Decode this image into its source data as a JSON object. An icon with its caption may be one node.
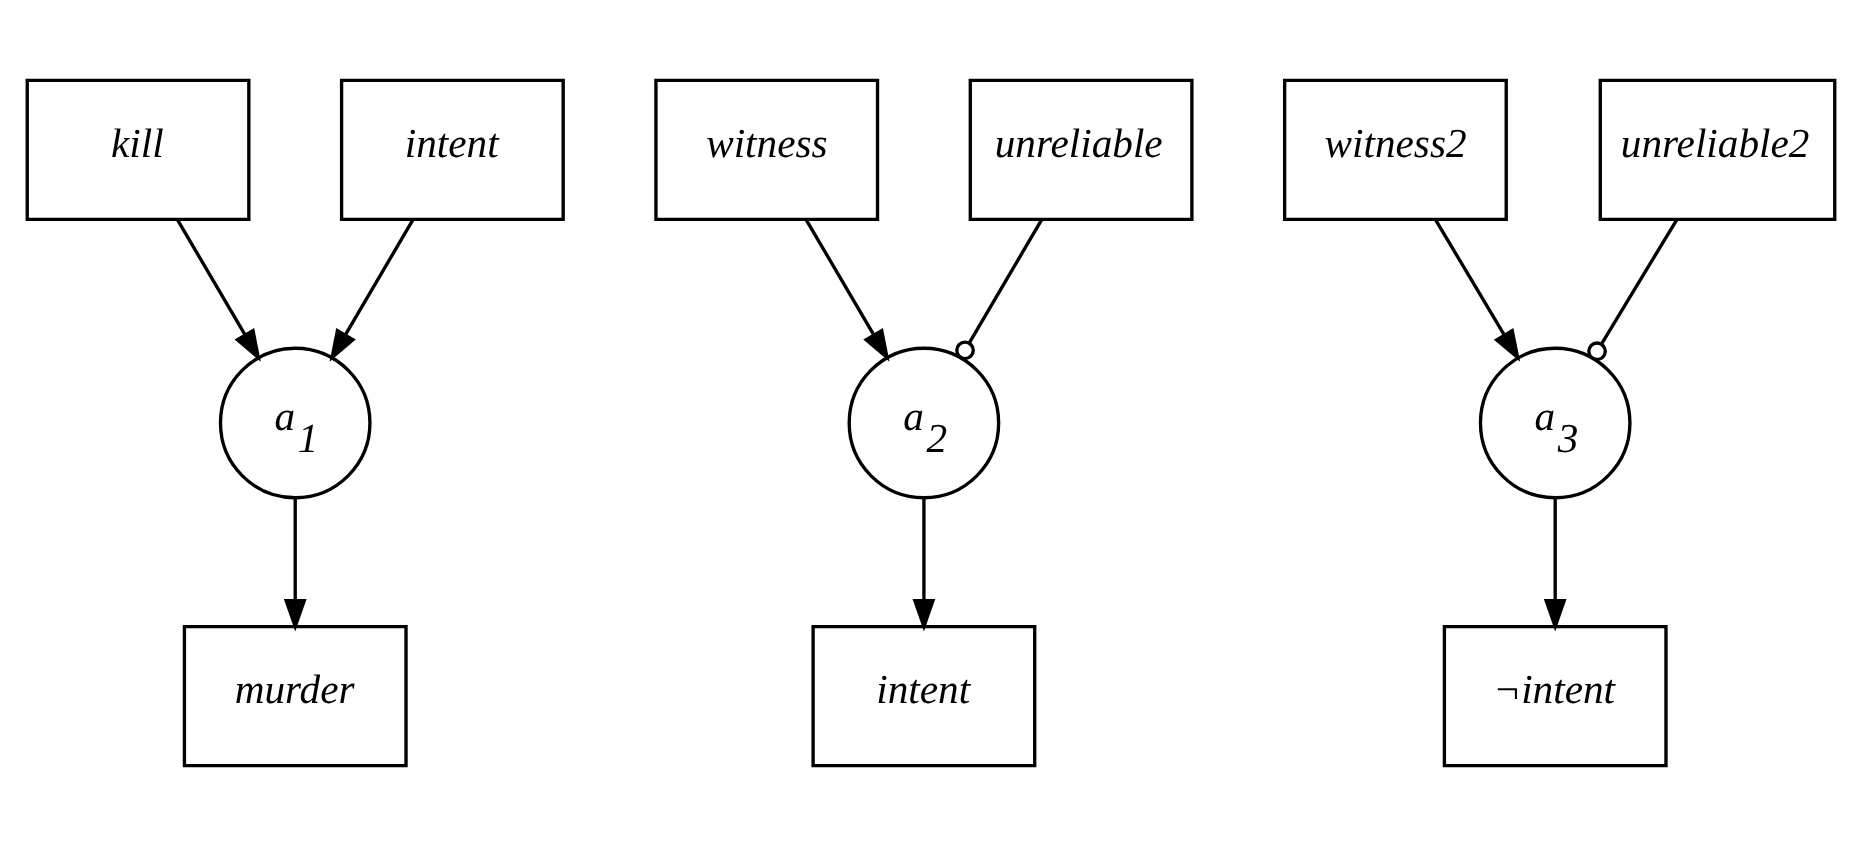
{
  "diagram": {
    "nodes": [
      {
        "text": [
          "kill"
        ]
      },
      {
        "text": [
          "intent"
        ]
      },
      {
        "text": [
          "witness"
        ]
      },
      {
        "text": [
          "unreliable"
        ]
      },
      {
        "text": [
          "witness2"
        ]
      },
      {
        "text": [
          "unreliable2"
        ]
      },
      {
        "text": [
          "a$_{1}$"
        ]
      },
      {
        "text": [
          "a$_{2}$"
        ]
      },
      {
        "text": [
          "a$_{3}$"
        ]
      },
      {
        "text": [
          "murder"
        ]
      },
      {
        "text": [
          "intent"
        ]
      },
      {
        "text": [
          "¬intent"
        ]
      }
    ],
    "edges": [
      {
        "from": 0,
        "to": 6,
        "arrow": "to"
      },
      {
        "from": 1,
        "to": 6,
        "arrow": "to"
      },
      {
        "from": 2,
        "to": 7,
        "arrow": "to"
      },
      {
        "from": 3,
        "to": 7,
        "arrow": "other"
      },
      {
        "from": 4,
        "to": 8,
        "arrow": "to"
      },
      {
        "from": 5,
        "to": 8,
        "arrow": "other"
      },
      {
        "from": 6,
        "to": 9,
        "arrow": "to"
      },
      {
        "from": 7,
        "to": 10,
        "arrow": "to"
      },
      {
        "from": 8,
        "to": 11,
        "arrow": "to"
      }
    ]
  }
}
